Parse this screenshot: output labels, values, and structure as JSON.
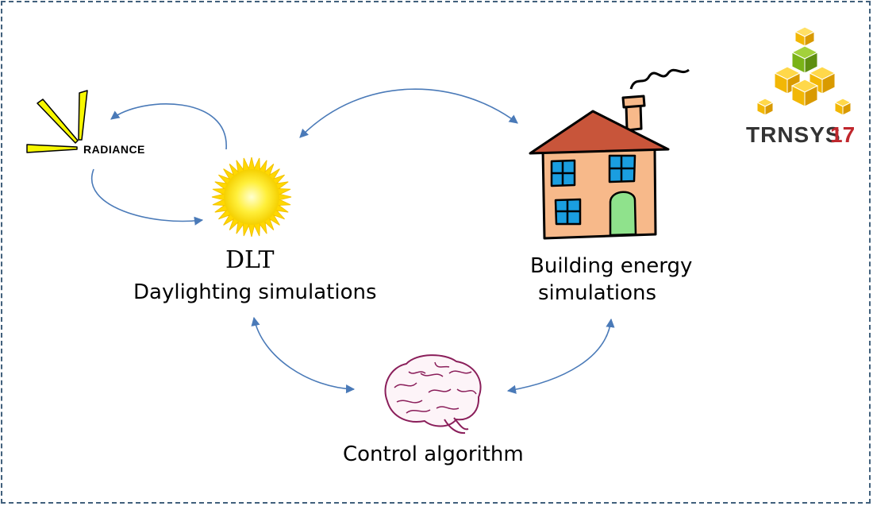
{
  "labels": {
    "dlt": "DLT",
    "daylighting": "Daylighting simulations",
    "building_line1": "Building energy",
    "building_line2": "simulations",
    "control": "Control algorithm",
    "radiance": "RADIANCE",
    "trnsys_name": "TRNSYS",
    "trnsys_version": "17"
  },
  "icons": {
    "sun": "sun-icon",
    "house": "house-icon",
    "brain": "brain-icon",
    "radiance_logo": "radiance-logo",
    "trnsys_logo": "trnsys-cubes-logo"
  },
  "colors": {
    "arrow": "#4a7ab8",
    "border": "#41607c",
    "sun": "#ffe600",
    "roof": "#c8553a",
    "wall": "#f7b98a",
    "window": "#1a9ee0",
    "door": "#8fe28c",
    "brain": "#8a1e5a",
    "cube_yellow": "#f2b705",
    "cube_green": "#7ab317",
    "trnsys_red": "#c0272d"
  }
}
